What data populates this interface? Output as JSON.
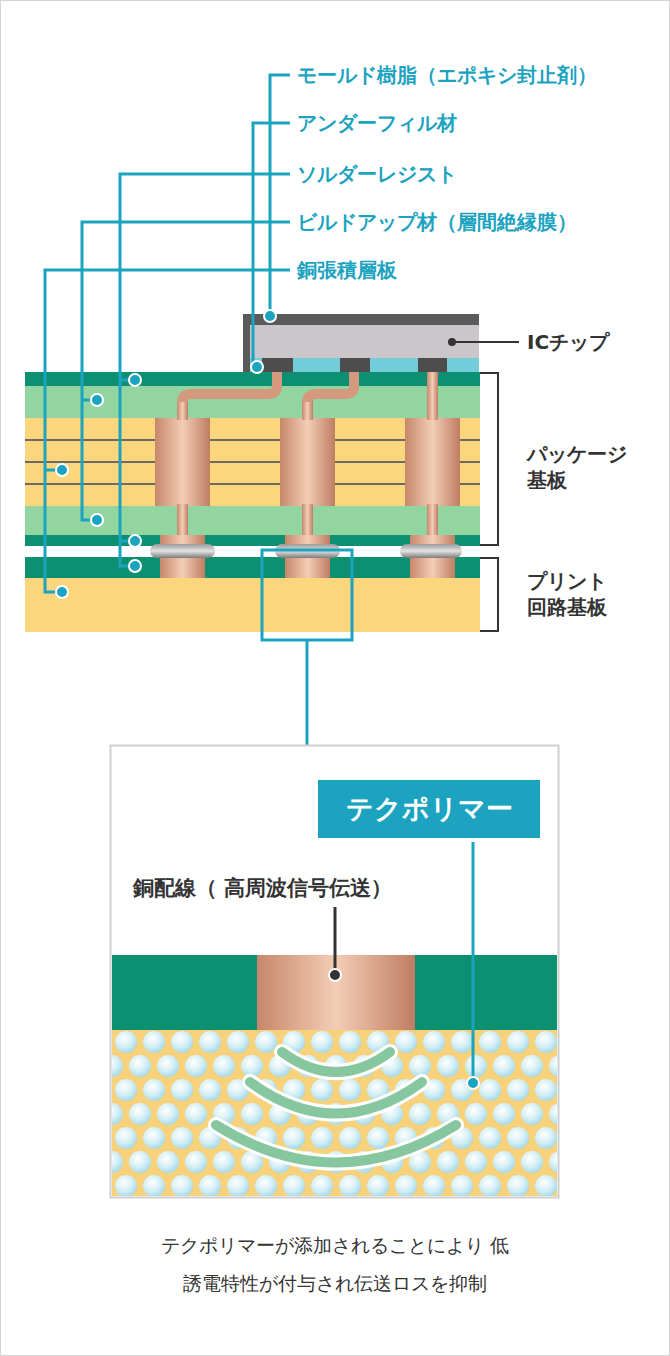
{
  "diagram": {
    "caption": "テクポリマーが添加されることにより 低誘電特性が付与され伝送ロスを抑制",
    "nodes": [
      {
        "text": [
          "テクポリマー"
        ]
      }
    ],
    "labels": [
      "モールド樹脂（エポキシ封止剤）",
      "アンダーフィル材",
      "ソルダーレジスト",
      "ビルドアップ材（層間絶縁膜）",
      "銅張積層板",
      "ICチップ",
      "パッケージ基板",
      "プリント回路基板",
      "銅配線（ 高周波信号伝送）"
    ]
  }
}
